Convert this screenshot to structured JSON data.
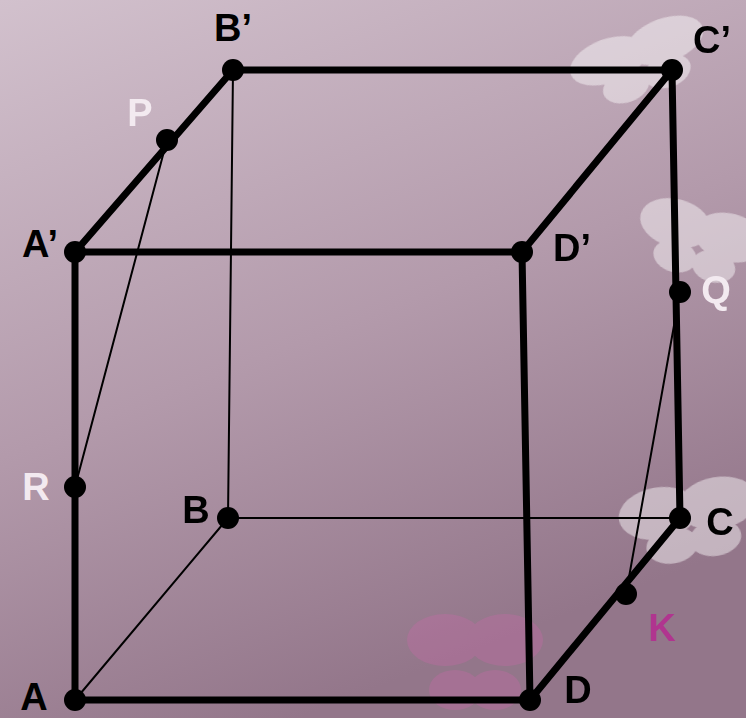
{
  "diagram": {
    "labels": [
      "B’",
      "C’",
      "P",
      "A’",
      "D’",
      "Q",
      "R",
      "B",
      "C",
      "K",
      "A",
      "D"
    ]
  }
}
